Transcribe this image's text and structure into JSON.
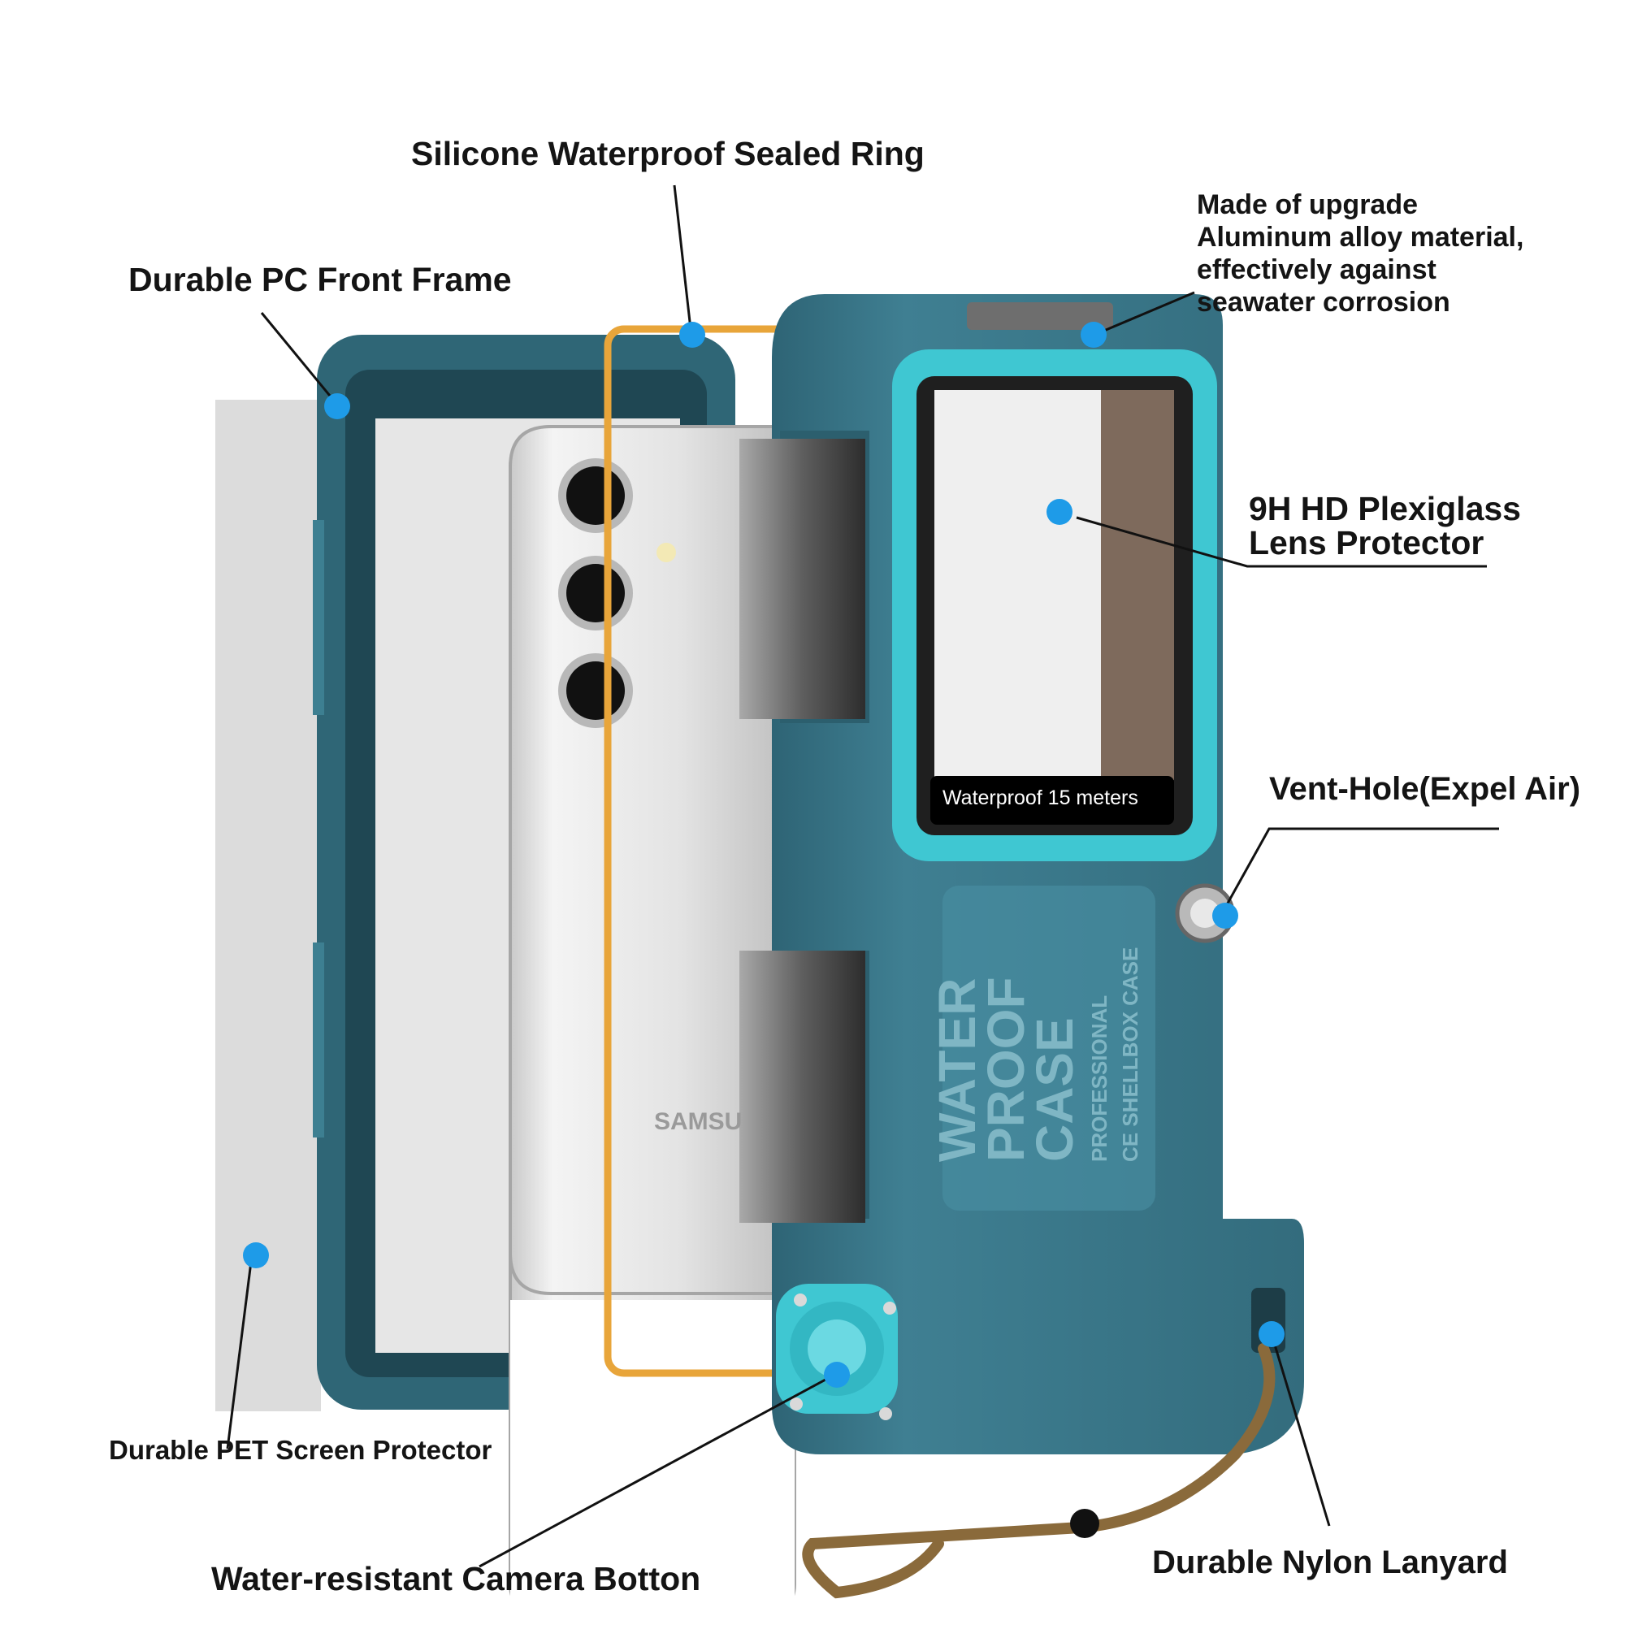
{
  "colors": {
    "background": "#ffffff",
    "label_text": "#141414",
    "callout_dot": "#1e9be8",
    "case_body": "#3d7a8c",
    "case_dark": "#2c5f6e",
    "accent_teal": "#3fc7d2",
    "seal_ring": "#e8a53a",
    "phone_silver": "#d9d9d9"
  },
  "callouts": {
    "sealed_ring": "Silicone Waterproof Sealed Ring",
    "front_frame": "Durable PC Front Frame",
    "aluminum": "Made of upgrade\nAluminum alloy material,\neffectively against\nseawater corrosion",
    "plexiglass": "9H HD Plexiglass\nLens Protector",
    "vent_hole": "Vent-Hole(Expel Air)",
    "screen_protector": "Durable PET Screen Protector",
    "camera_button": "Water-resistant Camera Botton",
    "lanyard": "Durable Nylon Lanyard"
  },
  "product": {
    "depth_banner": "Waterproof 15 meters",
    "back_print_line1": "WATER",
    "back_print_line2": "PROOF",
    "back_print_line3": "CASE",
    "back_print_line4": "PROFESSIONAL",
    "back_print_line5": "CE SHELLBOX CASE",
    "phone_brand": "SAMSU"
  },
  "icons": {
    "callout_marker": "dot-marker-icon",
    "camera_button_icon": "camera-button-icon",
    "vent_knob_icon": "vent-knob-icon"
  }
}
